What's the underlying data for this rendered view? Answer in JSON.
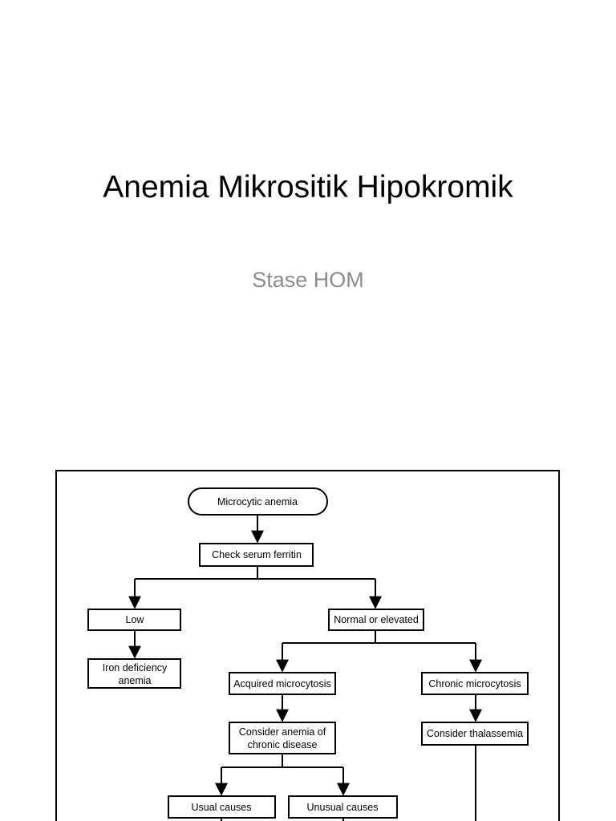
{
  "slide": {
    "title": "Anemia Mikrositik Hipokromik",
    "subtitle": "Stase HOM"
  },
  "flowchart": {
    "nodes": {
      "microcytic_anemia": [
        "Microcytic anemia"
      ],
      "check_serum_ferritin": [
        "Check serum ferritin"
      ],
      "low": [
        "Low"
      ],
      "normal_or_elevated": [
        "Normal or elevated"
      ],
      "iron_deficiency_anemia": [
        "Iron deficiency",
        "anemia"
      ],
      "acquired_microcytosis": [
        "Acquired microcytosis"
      ],
      "chronic_microcytosis": [
        "Chronic microcytosis"
      ],
      "consider_anemia_of_chronic_disease": [
        "Consider anemia of",
        "chronic disease"
      ],
      "consider_thalassemia": [
        "Consider thalassemia"
      ],
      "usual_causes": [
        "Usual causes"
      ],
      "unusual_causes": [
        "Unusual causes"
      ]
    }
  }
}
